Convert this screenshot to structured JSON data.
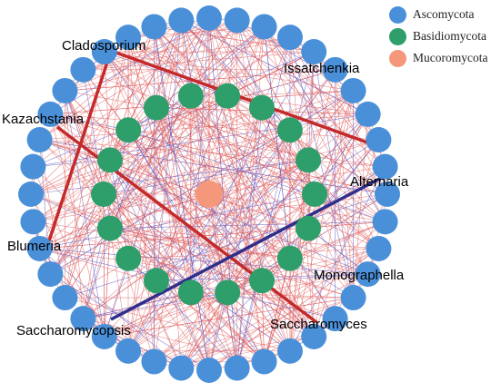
{
  "legend": [
    {
      "label": "Ascomycota",
      "color": "#4a90d9"
    },
    {
      "label": "Basidiomycota",
      "color": "#2e9e6a"
    },
    {
      "label": "Mucoromycota",
      "color": "#f4977a"
    }
  ],
  "labels": {
    "cladosporium": "Cladosporium",
    "issatchenkia": "Issatchenkia",
    "kazachstania": "Kazachstania",
    "alternaria": "Alternaria",
    "blumeria": "Blumeria",
    "monographella": "Monographella",
    "saccharomycopsis": "Saccharomycopsis",
    "saccharomyces": "Saccharomyces"
  },
  "colors": {
    "positive_edge": "#e06060",
    "negative_edge": "#5a5ac8",
    "strong_positive": "#c42a2a",
    "strong_negative": "#2f2f8a"
  }
}
